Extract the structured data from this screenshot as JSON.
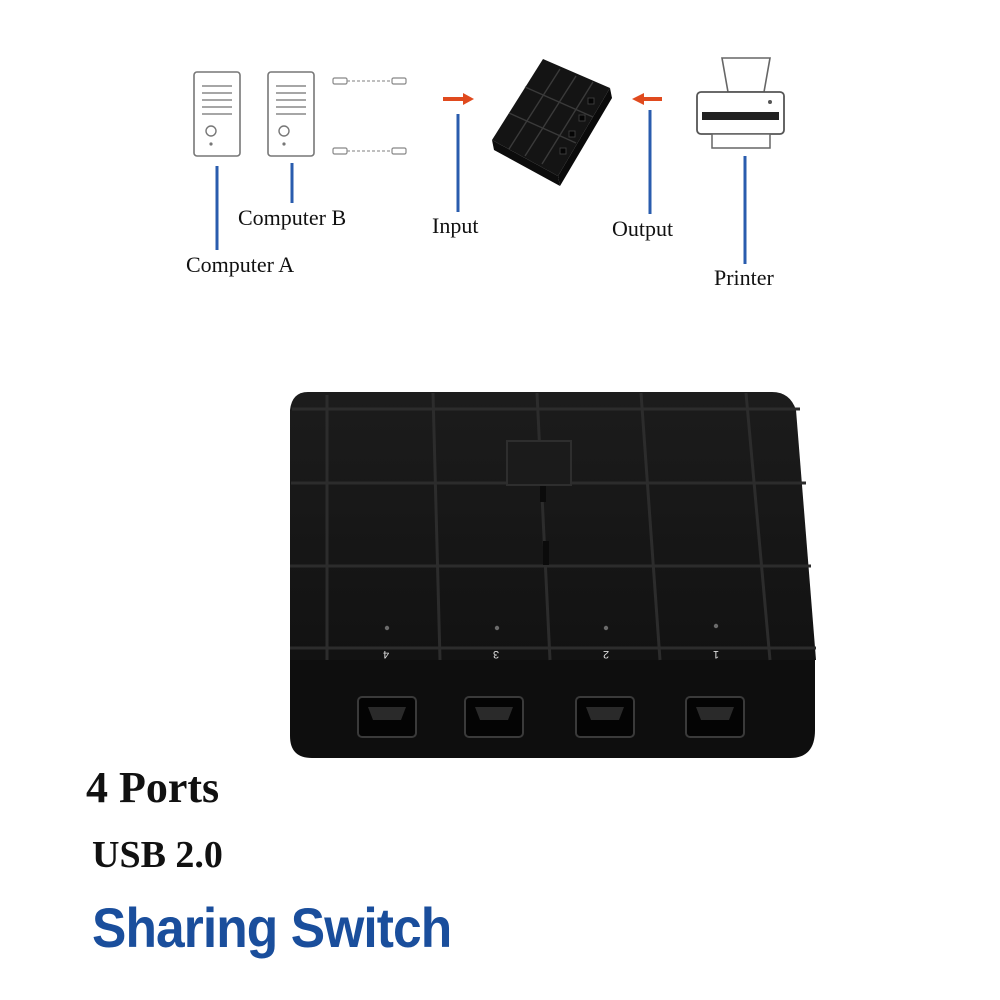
{
  "diagram": {
    "computer_a_label": "Computer A",
    "computer_b_label": "Computer B",
    "input_label": "Input",
    "output_label": "Output",
    "printer_label": "Printer",
    "arrow_color": "#e04a1e",
    "leader_line_color": "#2a5cae"
  },
  "device": {
    "port_numbers": [
      "4",
      "3",
      "2",
      "1"
    ],
    "body_color": "#141414"
  },
  "headline": {
    "ports_label": "4 Ports",
    "usb_label": "USB 2.0",
    "sharing_label": "Sharing Switch",
    "sharing_color": "#1a4e9c"
  }
}
